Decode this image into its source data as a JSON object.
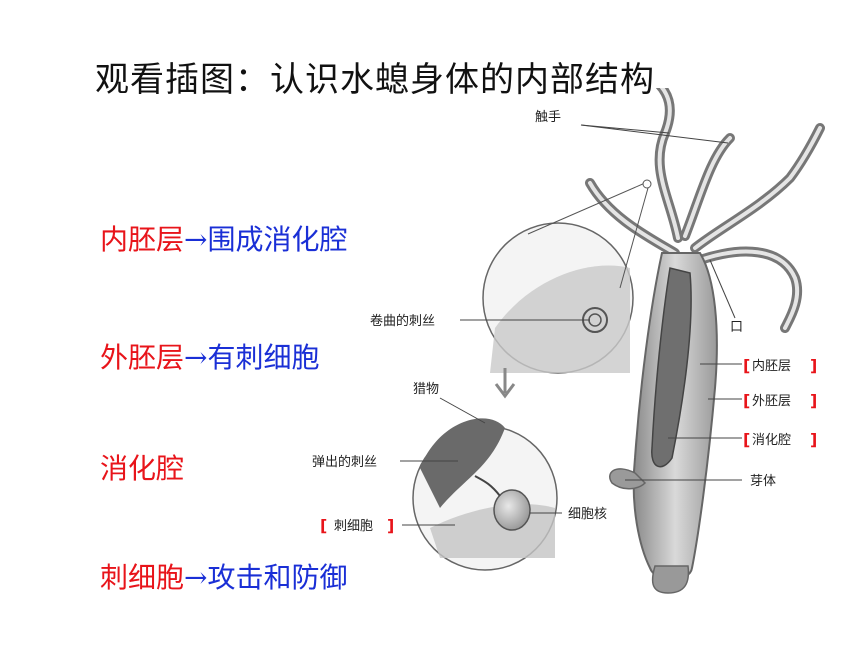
{
  "title": "观看插图：认识水螅身体的内部结构",
  "terms": [
    {
      "part": "内胚层",
      "arrow": "→",
      "desc": "围成消化腔"
    },
    {
      "part": "外胚层",
      "arrow": "→",
      "desc": "有刺细胞"
    },
    {
      "part": "消化腔",
      "arrow": "",
      "desc": ""
    },
    {
      "part": "刺细胞",
      "arrow": "→",
      "desc": "攻击和防御"
    }
  ],
  "diagram": {
    "labels": {
      "tentacle": "触手",
      "coiled_thread": "卷曲的刺丝",
      "mouth": "口",
      "endoderm": "内胚层",
      "ectoderm": "外胚层",
      "gastric_cavity": "消化腔",
      "prey": "猎物",
      "ejected_thread": "弹出的刺丝",
      "cnidocyte": "刺细胞",
      "nucleus": "细胞核",
      "bud": "芽体"
    }
  },
  "colors": {
    "part": "#e8141a",
    "desc": "#1a2fd6",
    "bracket": "#e8141a"
  }
}
